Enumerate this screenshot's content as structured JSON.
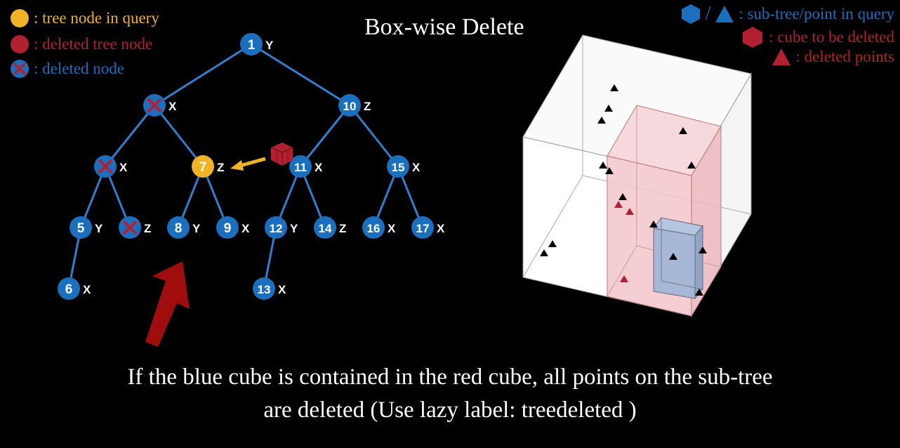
{
  "title": "Box-wise Delete",
  "legend_left": {
    "query": ": tree node in query",
    "deleted_tree": ": deleted tree node",
    "deleted_node": ": deleted node"
  },
  "legend_right": {
    "subtree": ": sub-tree/point in query",
    "slash": "/",
    "cube": ": cube to be deleted",
    "deleted_points": ": deleted points"
  },
  "colors": {
    "blue": "#1a6fbf",
    "gold": "#f0b323",
    "red": "#b3202f",
    "edge": "#2f7fd0"
  },
  "tree": {
    "nodes": [
      {
        "id": "n1",
        "label": "1",
        "axis": "Y",
        "state": "normal"
      },
      {
        "id": "n2",
        "label": "",
        "axis": "X",
        "state": "deleted"
      },
      {
        "id": "n10",
        "label": "10",
        "axis": "Z",
        "state": "normal"
      },
      {
        "id": "n3",
        "label": "",
        "axis": "X",
        "state": "deleted"
      },
      {
        "id": "n7",
        "label": "7",
        "axis": "Z",
        "state": "query"
      },
      {
        "id": "n11",
        "label": "11",
        "axis": "X",
        "state": "normal"
      },
      {
        "id": "n15",
        "label": "15",
        "axis": "X",
        "state": "normal"
      },
      {
        "id": "n5",
        "label": "5",
        "axis": "Y",
        "state": "normal"
      },
      {
        "id": "n4",
        "label": "",
        "axis": "Z",
        "state": "deleted"
      },
      {
        "id": "n8",
        "label": "8",
        "axis": "Y",
        "state": "normal"
      },
      {
        "id": "n9",
        "label": "9",
        "axis": "X",
        "state": "normal"
      },
      {
        "id": "n12",
        "label": "12",
        "axis": "Y",
        "state": "normal"
      },
      {
        "id": "n14",
        "label": "14",
        "axis": "Z",
        "state": "normal"
      },
      {
        "id": "n16",
        "label": "16",
        "axis": "X",
        "state": "normal"
      },
      {
        "id": "n17",
        "label": "17",
        "axis": "X",
        "state": "normal"
      },
      {
        "id": "n6",
        "label": "6",
        "axis": "X",
        "state": "normal"
      },
      {
        "id": "n13",
        "label": "13",
        "axis": "X",
        "state": "normal"
      }
    ],
    "edges": [
      [
        "n1",
        "n2"
      ],
      [
        "n1",
        "n10"
      ],
      [
        "n2",
        "n3"
      ],
      [
        "n2",
        "n7"
      ],
      [
        "n10",
        "n11"
      ],
      [
        "n10",
        "n15"
      ],
      [
        "n3",
        "n5"
      ],
      [
        "n3",
        "n4"
      ],
      [
        "n7",
        "n8"
      ],
      [
        "n7",
        "n9"
      ],
      [
        "n11",
        "n12"
      ],
      [
        "n11",
        "n14"
      ],
      [
        "n15",
        "n16"
      ],
      [
        "n15",
        "n17"
      ],
      [
        "n5",
        "n6"
      ],
      [
        "n12",
        "n13"
      ]
    ]
  },
  "caption": {
    "line1": "If the blue cube is contained in the red cube, all points on the sub-tree",
    "line2": "are deleted (Use lazy label: treedeleted )"
  }
}
